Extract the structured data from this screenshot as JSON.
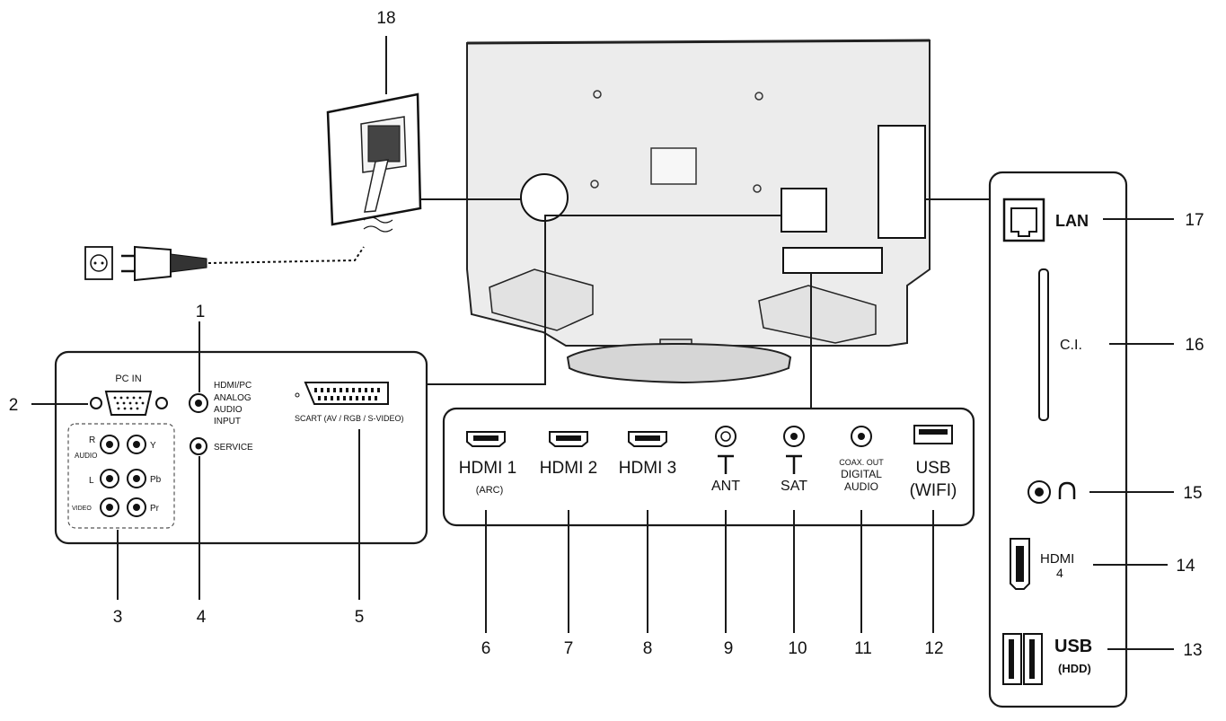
{
  "callouts": {
    "n1": "1",
    "n2": "2",
    "n3": "3",
    "n4": "4",
    "n5": "5",
    "n6": "6",
    "n7": "7",
    "n8": "8",
    "n9": "9",
    "n10": "10",
    "n11": "11",
    "n12": "12",
    "n13": "13",
    "n14": "14",
    "n15": "15",
    "n16": "16",
    "n17": "17",
    "n18": "18"
  },
  "left_panel": {
    "pc_in": "PC IN",
    "hdmi_pc_line1": "HDMI/PC",
    "hdmi_pc_line2": "ANALOG",
    "hdmi_pc_line3": "AUDIO",
    "hdmi_pc_line4": "INPUT",
    "service": "SERVICE",
    "scart": "SCART (AV / RGB / S-VIDEO)",
    "audio_r": "R",
    "audio_word": "AUDIO",
    "audio_l": "L",
    "video": "VIDEO",
    "y": "Y",
    "pb": "Pb",
    "pr": "Pr"
  },
  "bottom_panel": {
    "hdmi1": "HDMI 1",
    "arc": "(ARC)",
    "hdmi2": "HDMI 2",
    "hdmi3": "HDMI 3",
    "ant": "ANT",
    "sat": "SAT",
    "coax_line1": "COAX. OUT",
    "coax_line2": "DIGITAL",
    "coax_line3": "AUDIO",
    "usb": "USB",
    "wifi": "(WIFI)"
  },
  "side_panel": {
    "lan": "LAN",
    "ci": "C.I.",
    "hdmi4_line1": "HDMI",
    "hdmi4_line2": "4",
    "usb": "USB",
    "hdd": "(HDD)"
  }
}
